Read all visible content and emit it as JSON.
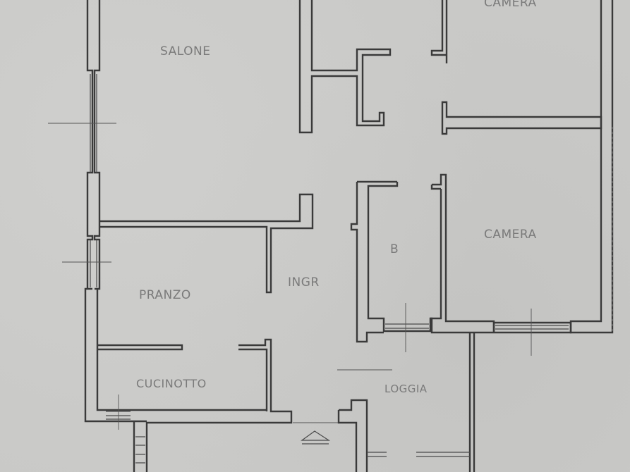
{
  "rooms": {
    "camera_top": "CAMERA",
    "salone": "SALONE",
    "camera": "CAMERA",
    "bagno": "B",
    "ingresso": "INGR",
    "pranzo": "PRANZO",
    "cucinotto": "CUCINOTTO",
    "loggia": "LOGGIA"
  },
  "colors": {
    "paper": "#c9c9c7",
    "ink": "#3a3a3a",
    "label": "#7a7a7a"
  }
}
